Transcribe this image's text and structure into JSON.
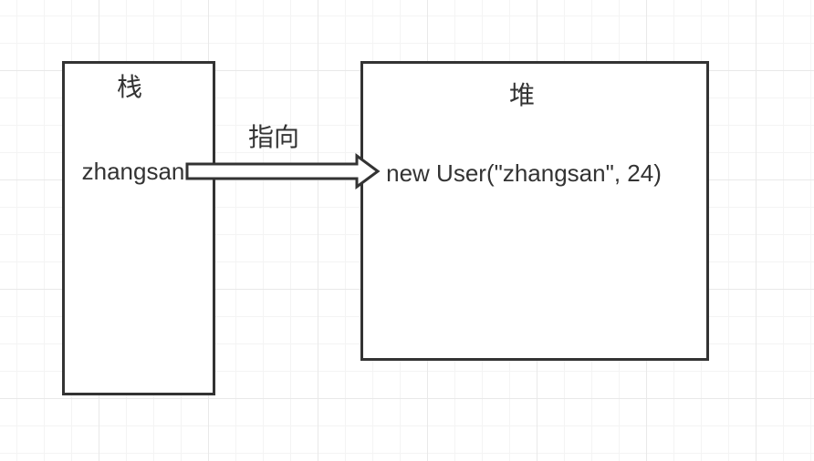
{
  "diagram": {
    "stack": {
      "title": "栈",
      "item": "zhangsan"
    },
    "heap": {
      "title": "堆",
      "item": "new User(\"zhangsan\", 24)"
    },
    "pointer": {
      "label": "指向"
    }
  },
  "colors": {
    "shape_border": "#333333",
    "text": "#333333",
    "arrow_fill": "#ffffff",
    "canvas_background": "#ffffff",
    "grid_minor": "#f4f4f4",
    "grid_major": "#e9e9e9"
  }
}
